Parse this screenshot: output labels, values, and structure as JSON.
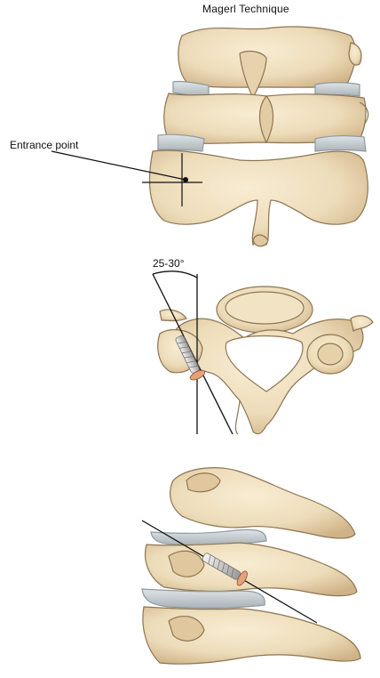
{
  "title": "Magerl Technique",
  "labels": {
    "entrance_point": "Entrance point",
    "angle": "25-30°"
  },
  "colors": {
    "bone": "#eeddbd",
    "bone_shadow": "#c7ab82",
    "bone_outline": "#8d7552",
    "disc": "#c9d0d4",
    "screw": "#d8d8d8",
    "screw_head": "#e3a27a",
    "line": "#111111"
  }
}
